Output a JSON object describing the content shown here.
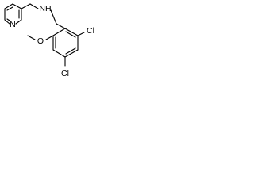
{
  "structure": {
    "atoms": {
      "pyridine_n": "N",
      "amine": "NH",
      "methoxy_o": "O",
      "chloro_top": "Cl",
      "chloro_bottom": "Cl"
    }
  }
}
